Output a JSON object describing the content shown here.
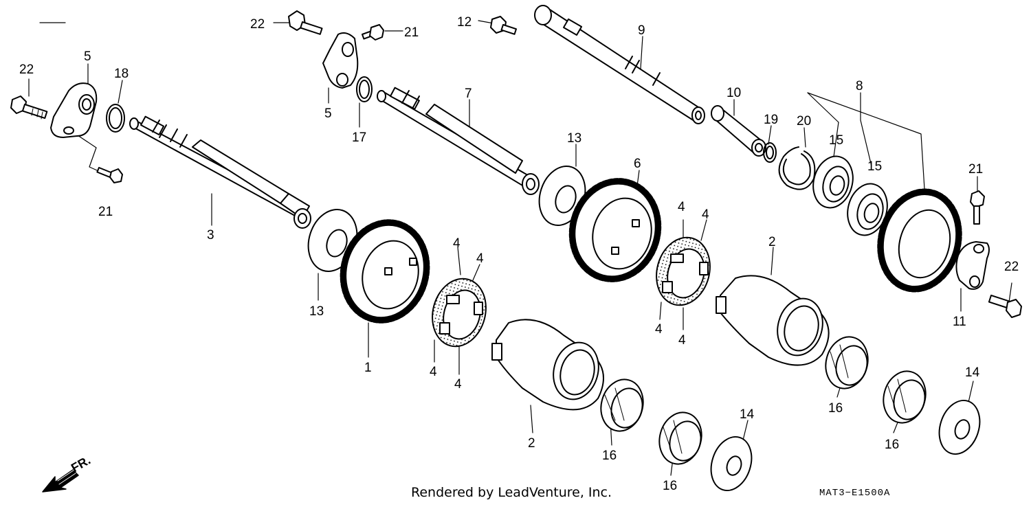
{
  "diagram": {
    "callouts": [
      {
        "id": "c22a",
        "text": "22"
      },
      {
        "id": "c5a",
        "text": "5"
      },
      {
        "id": "c18",
        "text": "18"
      },
      {
        "id": "c21a",
        "text": "21"
      },
      {
        "id": "c3",
        "text": "3"
      },
      {
        "id": "c13a",
        "text": "13"
      },
      {
        "id": "c1",
        "text": "1"
      },
      {
        "id": "c22b",
        "text": "22"
      },
      {
        "id": "c21b",
        "text": "21"
      },
      {
        "id": "c5b",
        "text": "5"
      },
      {
        "id": "c17",
        "text": "17"
      },
      {
        "id": "c12",
        "text": "12"
      },
      {
        "id": "c9",
        "text": "9"
      },
      {
        "id": "c7",
        "text": "7"
      },
      {
        "id": "c13b",
        "text": "13"
      },
      {
        "id": "c6",
        "text": "6"
      },
      {
        "id": "c4a",
        "text": "4"
      },
      {
        "id": "c4b",
        "text": "4"
      },
      {
        "id": "c4c",
        "text": "4"
      },
      {
        "id": "c4d",
        "text": "4"
      },
      {
        "id": "c2a",
        "text": "2"
      },
      {
        "id": "c16a",
        "text": "16"
      },
      {
        "id": "c16b",
        "text": "16"
      },
      {
        "id": "c14a",
        "text": "14"
      },
      {
        "id": "c10",
        "text": "10"
      },
      {
        "id": "c19",
        "text": "19"
      },
      {
        "id": "c20",
        "text": "20"
      },
      {
        "id": "c8",
        "text": "8"
      },
      {
        "id": "c15a",
        "text": "15"
      },
      {
        "id": "c15b",
        "text": "15"
      },
      {
        "id": "c4e",
        "text": "4"
      },
      {
        "id": "c4f",
        "text": "4"
      },
      {
        "id": "c4g",
        "text": "4"
      },
      {
        "id": "c4h",
        "text": "4"
      },
      {
        "id": "c2b",
        "text": "2"
      },
      {
        "id": "c21c",
        "text": "21"
      },
      {
        "id": "c22c",
        "text": "22"
      },
      {
        "id": "c11",
        "text": "11"
      },
      {
        "id": "c16c",
        "text": "16"
      },
      {
        "id": "c16d",
        "text": "16"
      },
      {
        "id": "c14b",
        "text": "14"
      }
    ],
    "direction_label": "FR.",
    "footer_text": "Rendered by LeadVenture, Inc.",
    "diagram_code": "MAT3−E1500A",
    "colors": {
      "ink": "#000000",
      "paper": "#ffffff"
    }
  }
}
